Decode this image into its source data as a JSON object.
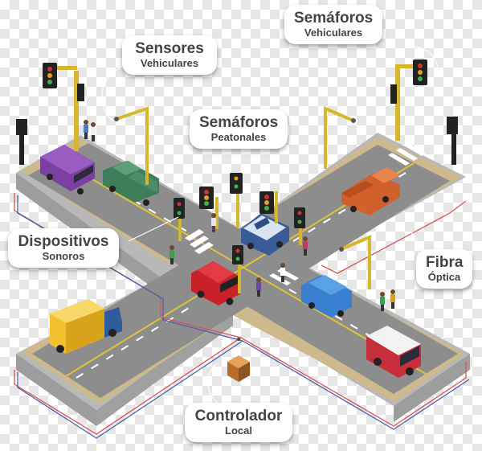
{
  "labels": {
    "sensores": {
      "line1": "Sensores",
      "line2": "Vehiculares"
    },
    "semaforos_vehiculares": {
      "line1": "Semáforos",
      "line2": "Vehiculares"
    },
    "semaforos_peatonales": {
      "line1": "Semáforos",
      "line2": "Peatonales"
    },
    "dispositivos": {
      "line1": "Dispositivos",
      "line2": "Sonoros"
    },
    "fibra": {
      "line1": "Fibra",
      "line2": "Óptica"
    },
    "controlador": {
      "line1": "Controlador",
      "line2": "Local"
    }
  },
  "colors": {
    "road": "#8d8d8d",
    "sidewalk": "#c9b58a",
    "curb": "#d9d9d9",
    "base": "#a7a7a7",
    "lane_line": "#e0c23a",
    "fiber_red": "#d9534f",
    "fiber_blue": "#4a5fb0",
    "pole": "#d6b62a",
    "signal_box": "#222222"
  },
  "vehicles": [
    {
      "name": "purple-van",
      "color": "#7a3fa0"
    },
    {
      "name": "green-pickup",
      "color": "#3f7d5a"
    },
    {
      "name": "orange-pickup",
      "color": "#d2602a"
    },
    {
      "name": "blue-white-van",
      "color": "#3a5c96"
    },
    {
      "name": "red-jeep",
      "color": "#c9202a"
    },
    {
      "name": "blue-car",
      "color": "#3a7fd0"
    },
    {
      "name": "yellow-truck",
      "color": "#f2c12e"
    },
    {
      "name": "red-white-bus",
      "color": "#c62f3a"
    }
  ]
}
